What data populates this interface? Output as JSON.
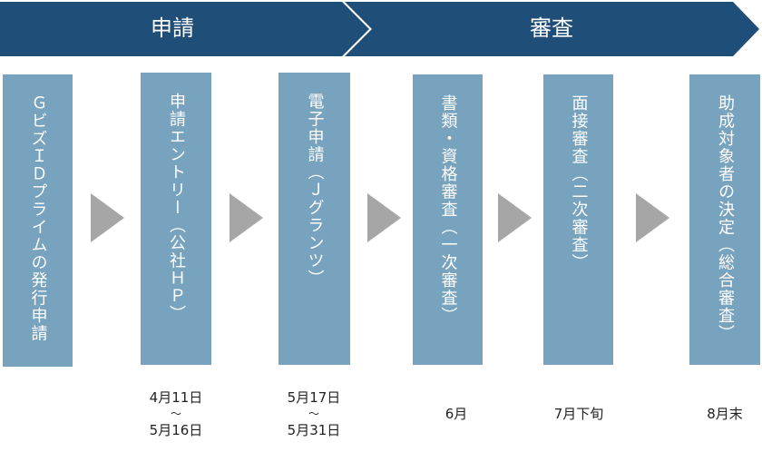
{
  "phases": [
    {
      "label": "申請"
    },
    {
      "label": "審査"
    }
  ],
  "steps": [
    {
      "label": "ＧビズＩＤプライムの発行申請"
    },
    {
      "label": "申請エントリー（公社ＨＰ）",
      "date_start": "4月11日",
      "sep": "～",
      "date_end": "5月16日"
    },
    {
      "label": "電子申請（Ｊグランツ）",
      "date_start": "5月17日",
      "sep": "～",
      "date_end": "5月31日"
    },
    {
      "label": "書類・資格審査（一次審査）",
      "date": "6月"
    },
    {
      "label": "面接審査（二次審査）",
      "date": "7月下旬"
    },
    {
      "label": "助成対象者の決定（総合審査）",
      "date": "8月末"
    }
  ],
  "colors": {
    "banner": "#1f4e79",
    "step": "#77a3be",
    "arrow": "#a6a6a6"
  }
}
